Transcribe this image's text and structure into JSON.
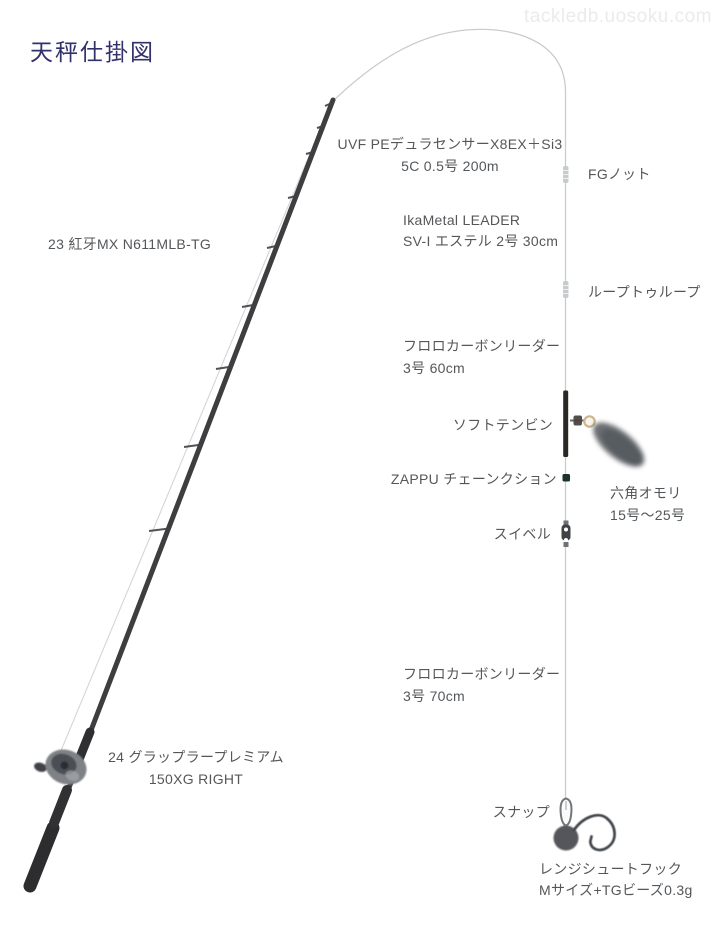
{
  "title": "天秤仕掛図",
  "watermark": "tackledb.uosoku.com",
  "colors": {
    "title": "#32326b",
    "label": "#54575a",
    "watermark": "#ebebeb",
    "line": "#c9cccf",
    "rod": "#3e3e40",
    "tenbin_bar": "#2b2824",
    "gold_ring": "#cbb690",
    "weight": "#62656a",
    "chain_cushion_dot": "#1c322f"
  },
  "rod": {
    "label": "23 紅牙MX N611MLB-TG"
  },
  "reel": {
    "line1": "24 グラップラープレミアム",
    "line2": "150XG RIGHT"
  },
  "rig": {
    "main_line": {
      "line1": "UVF PEデュラセンサーX8EX＋Si3",
      "line2": "5C 0.5号 200m"
    },
    "fg_knot": "FGノット",
    "leader1": {
      "line1": "IkaMetal LEADER",
      "line2": "SV-I エステル 2号 30cm"
    },
    "loop_to_loop": "ループトゥループ",
    "fluoro_60": {
      "line1": "フロロカーボンリーダー",
      "line2": "3号 60cm"
    },
    "soft_tenbin": "ソフトテンビン",
    "chain_cushion": "ZAPPU チェーンクション",
    "weight": {
      "line1": "六角オモリ",
      "line2": "15号〜25号"
    },
    "swivel": "スイベル",
    "fluoro_70": {
      "line1": "フロロカーボンリーダー",
      "line2": "3号 70cm"
    },
    "snap": "スナップ",
    "hook": {
      "line1": "レンジシュートフック",
      "line2": "Mサイズ+TGビーズ0.3g"
    }
  }
}
